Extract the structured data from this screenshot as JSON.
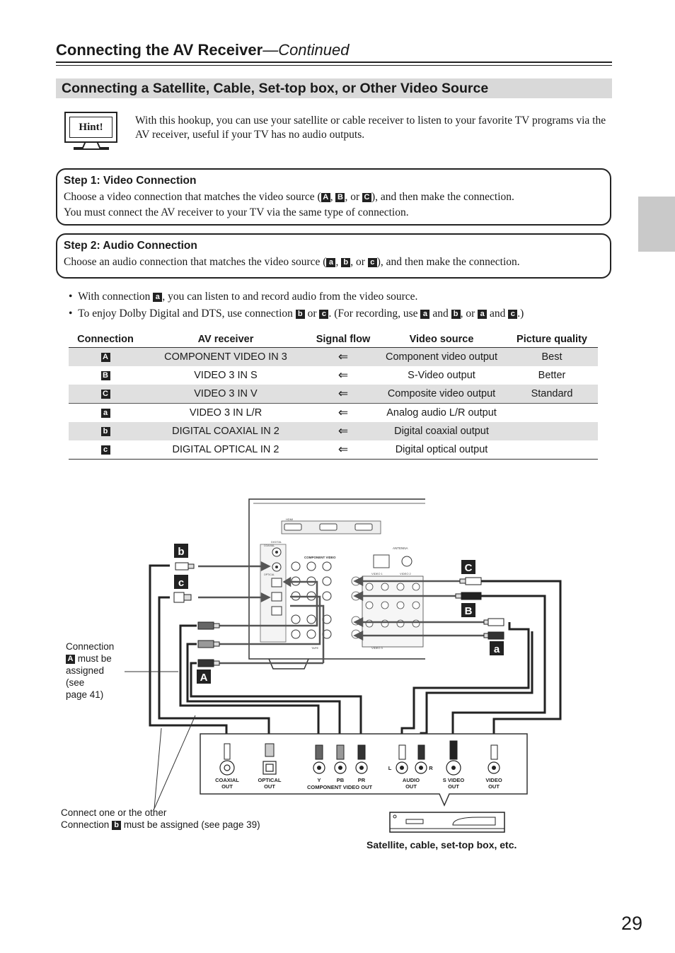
{
  "header": {
    "title": "Connecting the AV Receiver",
    "continued": "—Continued"
  },
  "section_title": "Connecting a Satellite, Cable, Set-top box, or Other Video Source",
  "hint": {
    "label": "Hint!",
    "text": "With this hookup, you can use your satellite or cable receiver to listen to your favorite TV programs via the AV receiver, useful if your TV has no audio outputs."
  },
  "step1": {
    "title": "Step 1: Video Connection",
    "line1_pre": "Choose a video connection that matches the video source (",
    "line1_post": "), and then make the connection.",
    "line2": "You must connect the AV receiver to your TV via the same type of connection."
  },
  "step2": {
    "title": "Step 2: Audio Connection",
    "line1_pre": "Choose an audio connection that matches the video source (",
    "line1_post": "), and then make the connection."
  },
  "sep": {
    "comma": ", ",
    "or": ", or ",
    "and": " and ",
    "or_word": " or "
  },
  "bullets": {
    "b1_pre": "With connection ",
    "b1_post": ", you can listen to and record audio from the video source.",
    "b2_pre": "To enjoy Dolby Digital and DTS, use connection ",
    "b2_mid": ". (For recording, use ",
    "b2_end": ".)"
  },
  "badges": {
    "A": "A",
    "B": "B",
    "C": "C",
    "a": "a",
    "b": "b",
    "c": "c"
  },
  "table": {
    "headers": [
      "Connection",
      "AV receiver",
      "Signal flow",
      "Video source",
      "Picture quality"
    ],
    "arrow": "⇐",
    "rows": [
      {
        "conn": "A",
        "av": "COMPONENT VIDEO IN 3",
        "src": "Component video output",
        "q": "Best"
      },
      {
        "conn": "B",
        "av": "VIDEO 3 IN S",
        "src": "S-Video output",
        "q": "Better"
      },
      {
        "conn": "C",
        "av": "VIDEO 3 IN V",
        "src": "Composite video output",
        "q": "Standard"
      },
      {
        "conn": "a",
        "av": "VIDEO 3 IN L/R",
        "src": "Analog audio L/R output",
        "q": ""
      },
      {
        "conn": "b",
        "av": "DIGITAL COAXIAL IN 2",
        "src": "Digital coaxial output",
        "q": ""
      },
      {
        "conn": "c",
        "av": "DIGITAL OPTICAL IN 2",
        "src": "Digital optical output",
        "q": ""
      }
    ]
  },
  "diagram": {
    "note_left": [
      "Connection",
      "must be",
      "assigned",
      "(see",
      "page 41)"
    ],
    "note_bottom_1": "Connect one or the other",
    "note_bottom_2_pre": "Connection ",
    "note_bottom_2_post": " must be assigned (see page 39)",
    "jacks": {
      "coaxial": "COAXIAL",
      "optical": "OPTICAL",
      "out": "OUT",
      "y": "Y",
      "pb": "PB",
      "pr": "PR",
      "component": "COMPONENT VIDEO OUT",
      "l": "L",
      "r": "R",
      "audio": "AUDIO",
      "svideo": "S VIDEO",
      "video": "VIDEO"
    },
    "receiver_labels": {
      "digital": "DIGITAL",
      "coaxial": "COAXIAL",
      "optical": "OPTICAL",
      "component_video": "COMPONENT VIDEO",
      "antenna": "ANTENNA",
      "video1": "VIDEO 1",
      "video2": "VIDEO 2",
      "video3": "VIDEO 3",
      "tape": "TAPE",
      "hdmi": "HDMI"
    },
    "caption": "Satellite, cable, set-top box, etc."
  },
  "page_number": "29"
}
